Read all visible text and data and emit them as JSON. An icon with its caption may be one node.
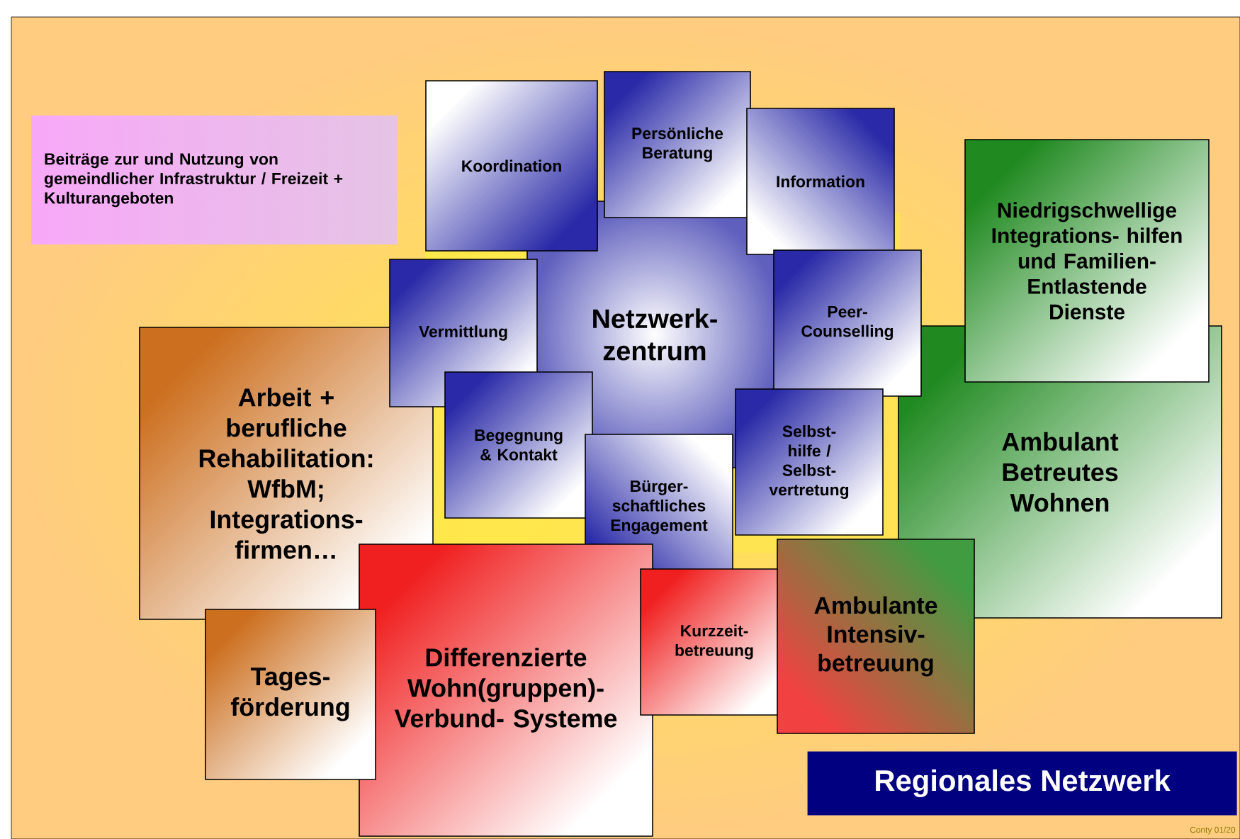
{
  "diagram": {
    "title": "Regionales Netzwerk",
    "nodes": [
      {
        "text": [
          "Beiträge zur und Nutzung von gemeindlicher Infrastruktur / Freizeit + Kulturangeboten"
        ]
      },
      {
        "text": [
          "Koordination"
        ]
      },
      {
        "text": [
          "Persönliche Beratung"
        ]
      },
      {
        "text": [
          "Information"
        ]
      },
      {
        "text": [
          "Niedrigschwellige Integrations- hilfen und Familien- Entlastende Dienste"
        ]
      },
      {
        "text": [
          "Netzwerk- zentrum"
        ]
      },
      {
        "text": [
          "Vermittlung"
        ]
      },
      {
        "text": [
          "Peer- Counselling"
        ]
      },
      {
        "text": [
          "Arbeit + berufliche Rehabilitation: WfbM; Integrations- firmen…"
        ]
      },
      {
        "text": [
          "Ambulant Betreutes Wohnen"
        ]
      },
      {
        "text": [
          "Begegnung & Kontakt"
        ]
      },
      {
        "text": [
          "Selbst- hilfe / Selbst- vertretung"
        ]
      },
      {
        "text": [
          "Bürger- schaftliches Engagement"
        ]
      },
      {
        "text": [
          "Ambulante Intensiv- betreuung"
        ]
      },
      {
        "text": [
          "Differenzierte Wohn(gruppen)- Verbund- Systeme"
        ]
      },
      {
        "text": [
          "Kurzzeit- betreuung"
        ]
      },
      {
        "text": [
          "Tages- förderung"
        ]
      }
    ],
    "labels": [
      "Conty 01/20"
    ]
  }
}
